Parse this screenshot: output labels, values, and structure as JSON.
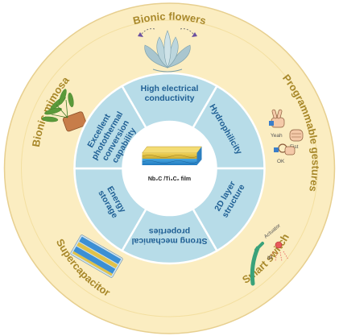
{
  "diagram": {
    "colors": {
      "outer_ring": "#fbedc1",
      "outer_ring_edge": "#e7cf8f",
      "inner_segment": "#b7dce8",
      "inner_segment_edge": "#ffffff",
      "outer_text": "#a8882a",
      "segment_text": "#1f5f94"
    },
    "outer_labels": {
      "bionic_flowers": "Bionic flowers",
      "programmable_gestures": "Programmable gestures",
      "smart_switch": "Smart switch",
      "supercapacitor": "Supercapacitor",
      "bionic_mimosa": "Bionic mimosa"
    },
    "segments": {
      "electrical": [
        "High electrical",
        "conductivity"
      ],
      "hydrophilicity": [
        "Hydrophilicity"
      ],
      "layer": [
        "2D layer",
        "structure"
      ],
      "mechanical": [
        "Strong mechanical",
        "properties"
      ],
      "energy": [
        "Energy",
        "storage"
      ],
      "photothermal": [
        "Excellent",
        "photothermal",
        "conversion",
        "capability"
      ]
    },
    "gesture_labels": {
      "yeah": "Yeah",
      "fist": "Fist",
      "ok": "OK"
    },
    "switch_labels": {
      "actuator": "Actuator",
      "ir": "IR"
    },
    "center": {
      "film_label": "Nb₂C /Ti₃C₂ film"
    }
  }
}
